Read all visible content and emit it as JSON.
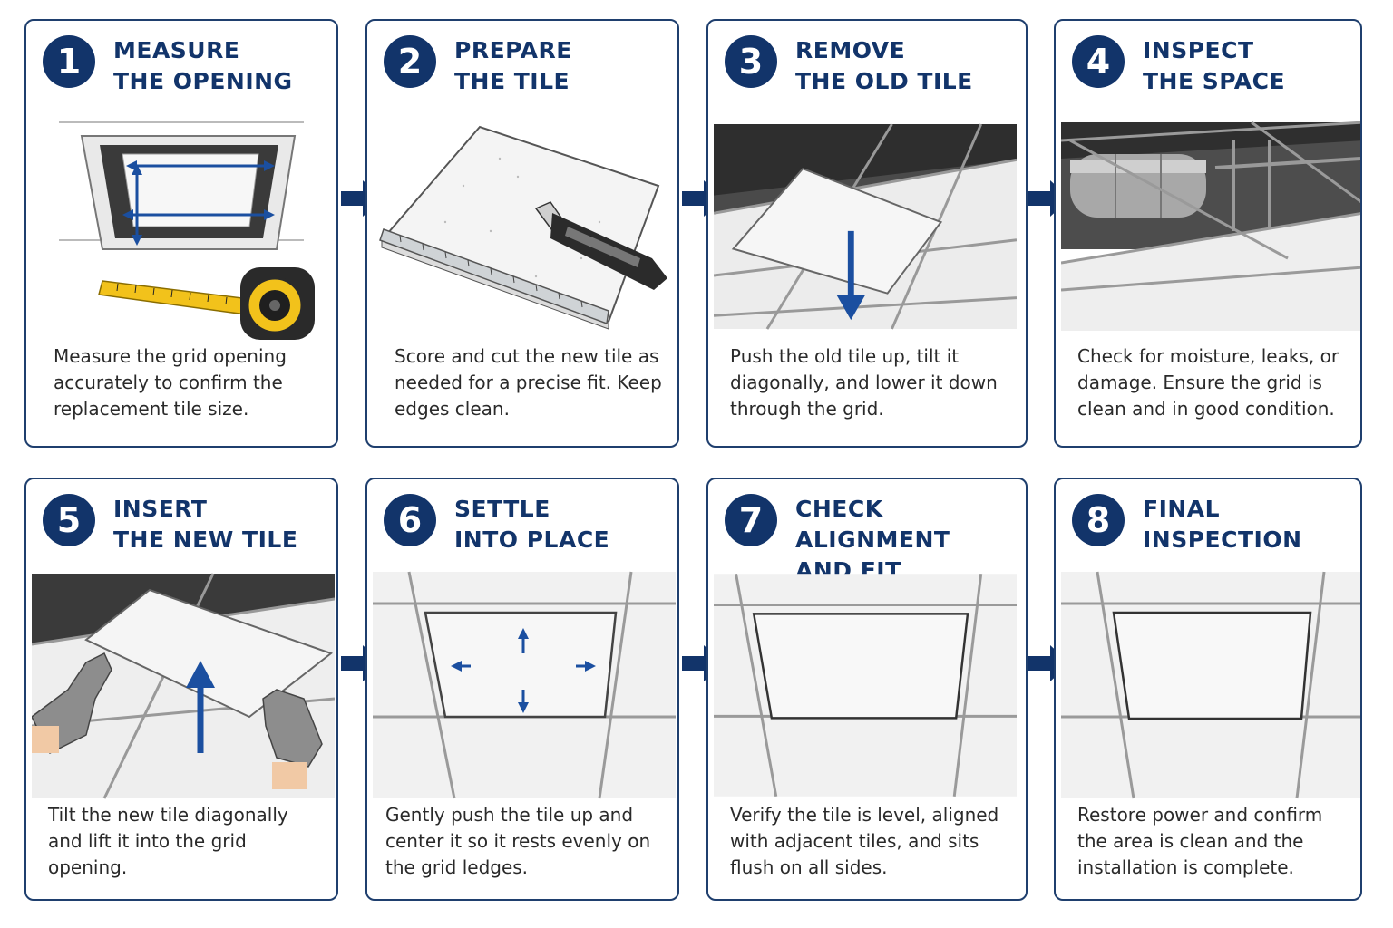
{
  "colors": {
    "navy": "#12346a",
    "border": "#1f3f6e",
    "text": "#2a2a2a",
    "tape_yellow": "#f2c21b"
  },
  "steps": [
    {
      "number": "1",
      "title_lines": [
        "MEASURE",
        "THE OPENING"
      ],
      "description": "Measure the grid opening accurately to confirm the replacement tile size.",
      "illustration": "tape-measure-icon"
    },
    {
      "number": "2",
      "title_lines": [
        "PREPARE",
        "THE TILE"
      ],
      "description": "Score and cut the new tile as needed for a precise fit. Keep edges clean.",
      "illustration": "utility-knife-icon"
    },
    {
      "number": "3",
      "title_lines": [
        "REMOVE",
        "THE OLD TILE"
      ],
      "description": "Push the old tile up, tilt it diagonally, and lower it down through the grid.",
      "illustration": "tile-down-arrow-icon"
    },
    {
      "number": "4",
      "title_lines": [
        "INSPECT",
        "THE SPACE"
      ],
      "description": "Check for moisture, leaks, or damage. Ensure the grid is clean and in good condition.",
      "illustration": "duct-icon"
    },
    {
      "number": "5",
      "title_lines": [
        "INSERT",
        "THE NEW TILE"
      ],
      "description": "Tilt the new tile diagonally and lift it into the grid opening.",
      "illustration": "gloved-hands-icon"
    },
    {
      "number": "6",
      "title_lines": [
        "SETTLE",
        "INTO PLACE"
      ],
      "description": "Gently push the tile up and center it so it rests evenly on the grid ledges.",
      "illustration": "center-arrows-icon"
    },
    {
      "number": "7",
      "title_lines": [
        "CHECK ALIGNMENT",
        "AND FIT"
      ],
      "description": "Verify the tile is level, aligned with adjacent tiles, and sits flush on all sides.",
      "illustration": "tile-grid-icon"
    },
    {
      "number": "8",
      "title_lines": [
        "FINAL",
        "INSPECTION"
      ],
      "description": "Restore power and confirm the area is clean and the installation is complete.",
      "illustration": "tile-grid-icon"
    }
  ]
}
